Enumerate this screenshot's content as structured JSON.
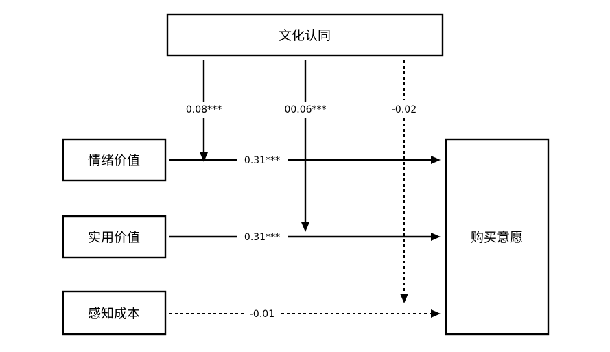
{
  "nodes": {
    "moderator": "文化认同",
    "emotional": "情绪价值",
    "practical": "实用价值",
    "cost": "感知成本",
    "outcome": "购买意愿"
  },
  "paths": {
    "mod_emotional": "0.08***",
    "mod_practical": "00.06***",
    "mod_cost": "-0.02",
    "emotional_outcome": "0.31***",
    "practical_outcome": "0.31***",
    "cost_outcome": "-0.01"
  }
}
